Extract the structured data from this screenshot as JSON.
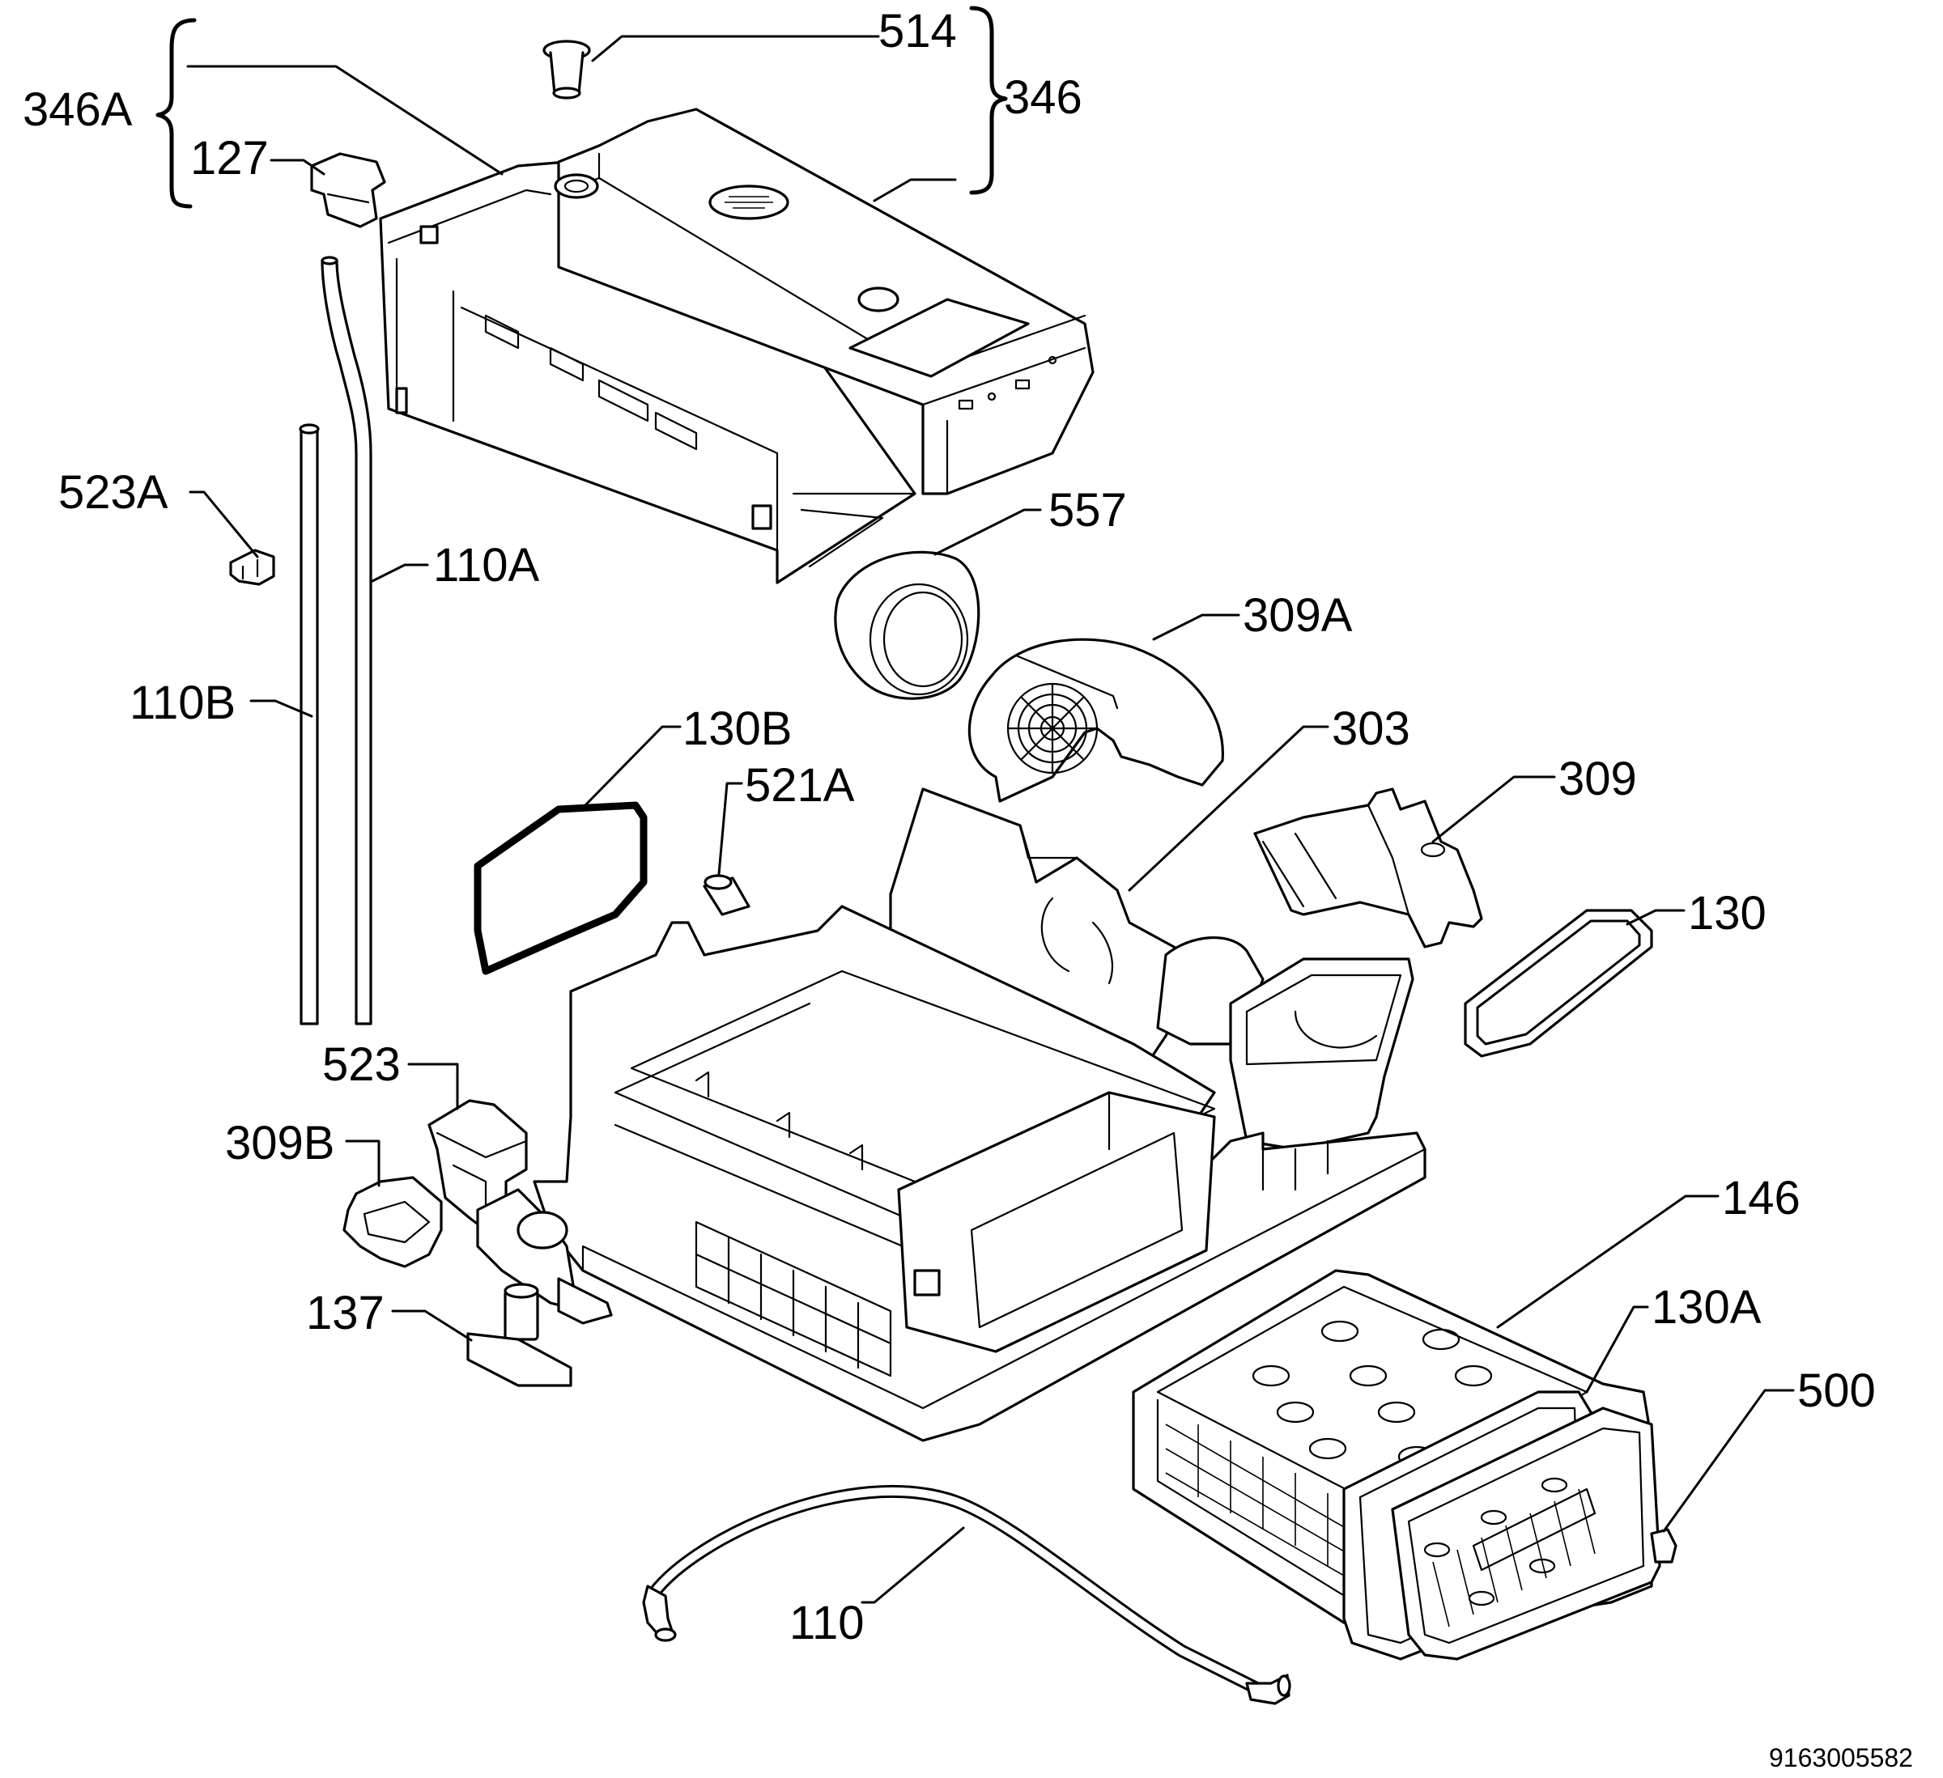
{
  "labels": {
    "l514": "514",
    "l346": "346",
    "l346A": "346A",
    "l127": "127",
    "l523A": "523A",
    "l110A": "110A",
    "l557": "557",
    "l309A": "309A",
    "l110B": "110B",
    "l130B": "130B",
    "l303": "303",
    "l521A": "521A",
    "l309": "309",
    "l130": "130",
    "l523": "523",
    "l309B": "309B",
    "l146": "146",
    "l137": "137",
    "l130A": "130A",
    "l500": "500",
    "l110": "110"
  },
  "document_number": "9163005582"
}
